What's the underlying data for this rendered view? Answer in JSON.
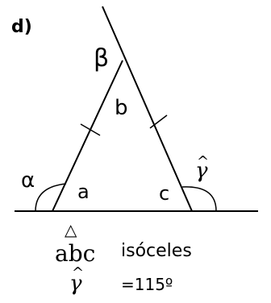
{
  "problem_label": "d)",
  "angles": {
    "alpha": "α",
    "beta": "β",
    "gamma": "γ",
    "gamma_hat": "^"
  },
  "vertices": {
    "a": "a",
    "b": "b",
    "c": "c"
  },
  "statement": {
    "triangle_symbol": "△",
    "triangle_name": "abc",
    "property": "isóceles",
    "gamma_symbol": "γ",
    "gamma_hat": "^",
    "gamma_value": "=115º"
  }
}
